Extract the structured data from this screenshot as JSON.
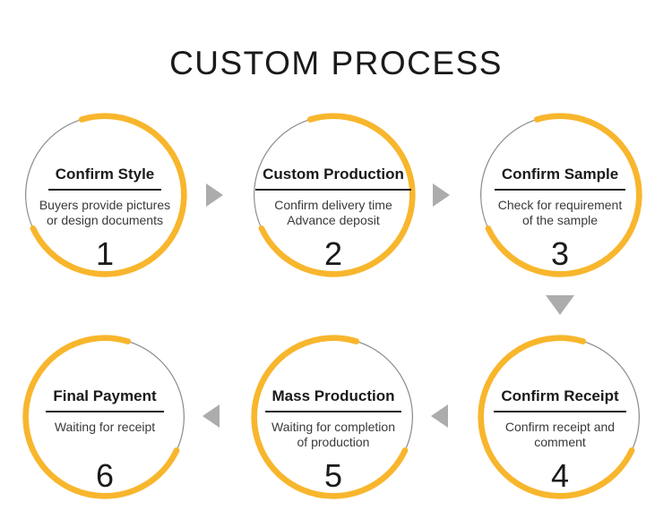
{
  "title": "CUSTOM PROCESS",
  "colors": {
    "accent": "#F8B62D",
    "ring": "#8C8C8C",
    "arrow": "#ACACAC",
    "heading": "#1A1A1A",
    "body": "#3A3A3A"
  },
  "steps": [
    {
      "number": "1",
      "title": "Confirm Style",
      "description": "Buyers provide pictures\nor design documents"
    },
    {
      "number": "2",
      "title": "Custom Production",
      "description": "Confirm delivery time\nAdvance deposit"
    },
    {
      "number": "3",
      "title": "Confirm Sample",
      "description": "Check for requirement\nof the sample"
    },
    {
      "number": "4",
      "title": "Confirm Receipt",
      "description": "Confirm receipt and\ncomment"
    },
    {
      "number": "5",
      "title": "Mass Production",
      "description": "Waiting for completion\nof production"
    },
    {
      "number": "6",
      "title": "Final Payment",
      "description": "Waiting for receipt"
    }
  ],
  "icons": {
    "arrow_right": "right-pointing triangle",
    "arrow_left": "left-pointing triangle",
    "arrow_down": "down-pointing triangle"
  }
}
